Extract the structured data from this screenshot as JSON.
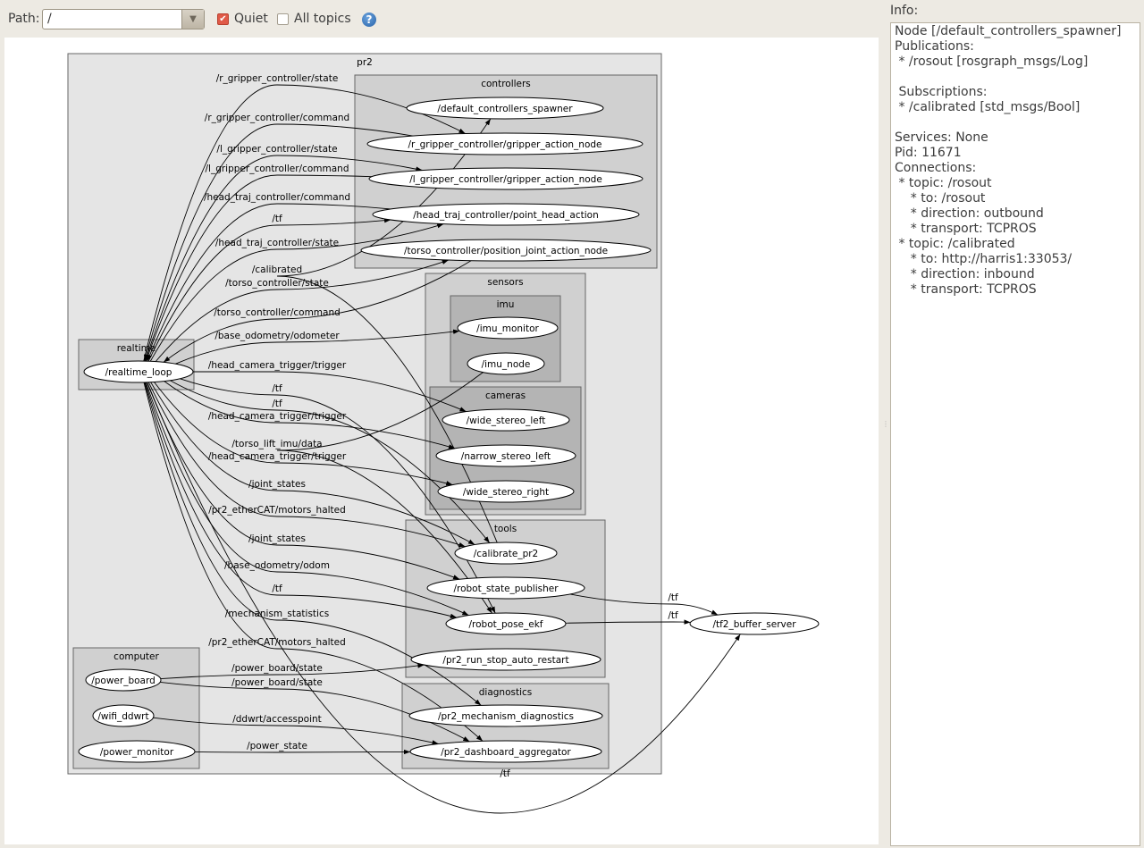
{
  "toolbar": {
    "path_label": "Path:",
    "path_value": "/",
    "quiet_label": "Quiet",
    "quiet_checked": true,
    "all_topics_label": "All topics",
    "all_topics_checked": false,
    "help_icon": "help-icon"
  },
  "info": {
    "title": "Info:",
    "lines": [
      "Node [/default_controllers_spawner]",
      "Publications:",
      " * /rosout [rosgraph_msgs/Log]",
      "",
      " Subscriptions:",
      " * /calibrated [std_msgs/Bool]",
      "",
      "Services: None",
      "Pid: 11671",
      "Connections:",
      " * topic: /rosout",
      "    * to: /rosout",
      "    * direction: outbound",
      "    * transport: TCPROS",
      " * topic: /calibrated",
      "    * to: http://harris1:33053/",
      "    * direction: inbound",
      "    * transport: TCPROS"
    ]
  },
  "graph": {
    "clusters": [
      {
        "id": "pr2",
        "label": "pr2"
      },
      {
        "id": "controllers",
        "label": "controllers"
      },
      {
        "id": "sensors",
        "label": "sensors"
      },
      {
        "id": "imu",
        "label": "imu"
      },
      {
        "id": "cameras",
        "label": "cameras"
      },
      {
        "id": "realtime",
        "label": "realtime"
      },
      {
        "id": "tools",
        "label": "tools"
      },
      {
        "id": "diagnostics",
        "label": "diagnostics"
      },
      {
        "id": "computer",
        "label": "computer"
      }
    ],
    "nodes": [
      {
        "id": "spawner",
        "label": "/default_controllers_spawner"
      },
      {
        "id": "rgrip",
        "label": "/r_gripper_controller/gripper_action_node"
      },
      {
        "id": "lgrip",
        "label": "/l_gripper_controller/gripper_action_node"
      },
      {
        "id": "head",
        "label": "/head_traj_controller/point_head_action"
      },
      {
        "id": "torso",
        "label": "/torso_controller/position_joint_action_node"
      },
      {
        "id": "rt",
        "label": "/realtime_loop"
      },
      {
        "id": "imumon",
        "label": "/imu_monitor"
      },
      {
        "id": "imunode",
        "label": "/imu_node"
      },
      {
        "id": "wsl",
        "label": "/wide_stereo_left"
      },
      {
        "id": "nsl",
        "label": "/narrow_stereo_left"
      },
      {
        "id": "wsr",
        "label": "/wide_stereo_right"
      },
      {
        "id": "calib",
        "label": "/calibrate_pr2"
      },
      {
        "id": "rsp",
        "label": "/robot_state_publisher"
      },
      {
        "id": "ekf",
        "label": "/robot_pose_ekf"
      },
      {
        "id": "runstop",
        "label": "/pr2_run_stop_auto_restart"
      },
      {
        "id": "mechdiag",
        "label": "/pr2_mechanism_diagnostics"
      },
      {
        "id": "dash",
        "label": "/pr2_dashboard_aggregator"
      },
      {
        "id": "pboard",
        "label": "/power_board"
      },
      {
        "id": "wifi",
        "label": "/wifi_ddwrt"
      },
      {
        "id": "pmon",
        "label": "/power_monitor"
      },
      {
        "id": "tf2",
        "label": "/tf2_buffer_server"
      }
    ],
    "edges": [
      {
        "topic": "/r_gripper_controller/state",
        "from": "rt",
        "to": "rgrip"
      },
      {
        "topic": "/r_gripper_controller/command",
        "from": "rgrip",
        "to": "rt"
      },
      {
        "topic": "/l_gripper_controller/state",
        "from": "rt",
        "to": "lgrip"
      },
      {
        "topic": "/l_gripper_controller/command",
        "from": "lgrip",
        "to": "rt"
      },
      {
        "topic": "/head_traj_controller/command",
        "from": "head",
        "to": "rt"
      },
      {
        "topic": "/tf",
        "from": "rt",
        "to": "head"
      },
      {
        "topic": "/head_traj_controller/state",
        "from": "rt",
        "to": "head"
      },
      {
        "topic": "/calibrated",
        "from": "calib",
        "to": "spawner"
      },
      {
        "topic": "/torso_controller/state",
        "from": "rt",
        "to": "torso"
      },
      {
        "topic": "/torso_controller/command",
        "from": "torso",
        "to": "rt"
      },
      {
        "topic": "/base_odometry/odometer",
        "from": "rt",
        "to": "imumon"
      },
      {
        "topic": "/head_camera_trigger/trigger",
        "from": "rt",
        "to": "wsl"
      },
      {
        "topic": "/tf",
        "from": "rt",
        "to": "ekf"
      },
      {
        "topic": "/tf",
        "from": "rt",
        "to": "calib"
      },
      {
        "topic": "/head_camera_trigger/trigger",
        "from": "rt",
        "to": "nsl"
      },
      {
        "topic": "/torso_lift_imu/data",
        "from": "imunode",
        "to": "ekf"
      },
      {
        "topic": "/head_camera_trigger/trigger",
        "from": "rt",
        "to": "wsr"
      },
      {
        "topic": "/joint_states",
        "from": "rt",
        "to": "calib"
      },
      {
        "topic": "/pr2_etherCAT/motors_halted",
        "from": "rt",
        "to": "calib"
      },
      {
        "topic": "/joint_states",
        "from": "rt",
        "to": "rsp"
      },
      {
        "topic": "/base_odometry/odom",
        "from": "rt",
        "to": "ekf"
      },
      {
        "topic": "/tf",
        "from": "rt",
        "to": "ekf"
      },
      {
        "topic": "/mechanism_statistics",
        "from": "rt",
        "to": "mechdiag"
      },
      {
        "topic": "/pr2_etherCAT/motors_halted",
        "from": "rt",
        "to": "dash"
      },
      {
        "topic": "/power_board/state",
        "from": "pboard",
        "to": "runstop"
      },
      {
        "topic": "/power_board/state",
        "from": "pboard",
        "to": "dash"
      },
      {
        "topic": "/ddwrt/accesspoint",
        "from": "wifi",
        "to": "dash"
      },
      {
        "topic": "/power_state",
        "from": "pmon",
        "to": "dash"
      },
      {
        "topic": "/tf",
        "from": "rt",
        "to": "tf2"
      },
      {
        "topic": "/tf",
        "from": "rsp",
        "to": "tf2"
      },
      {
        "topic": "/tf",
        "from": "ekf",
        "to": "tf2"
      }
    ]
  }
}
